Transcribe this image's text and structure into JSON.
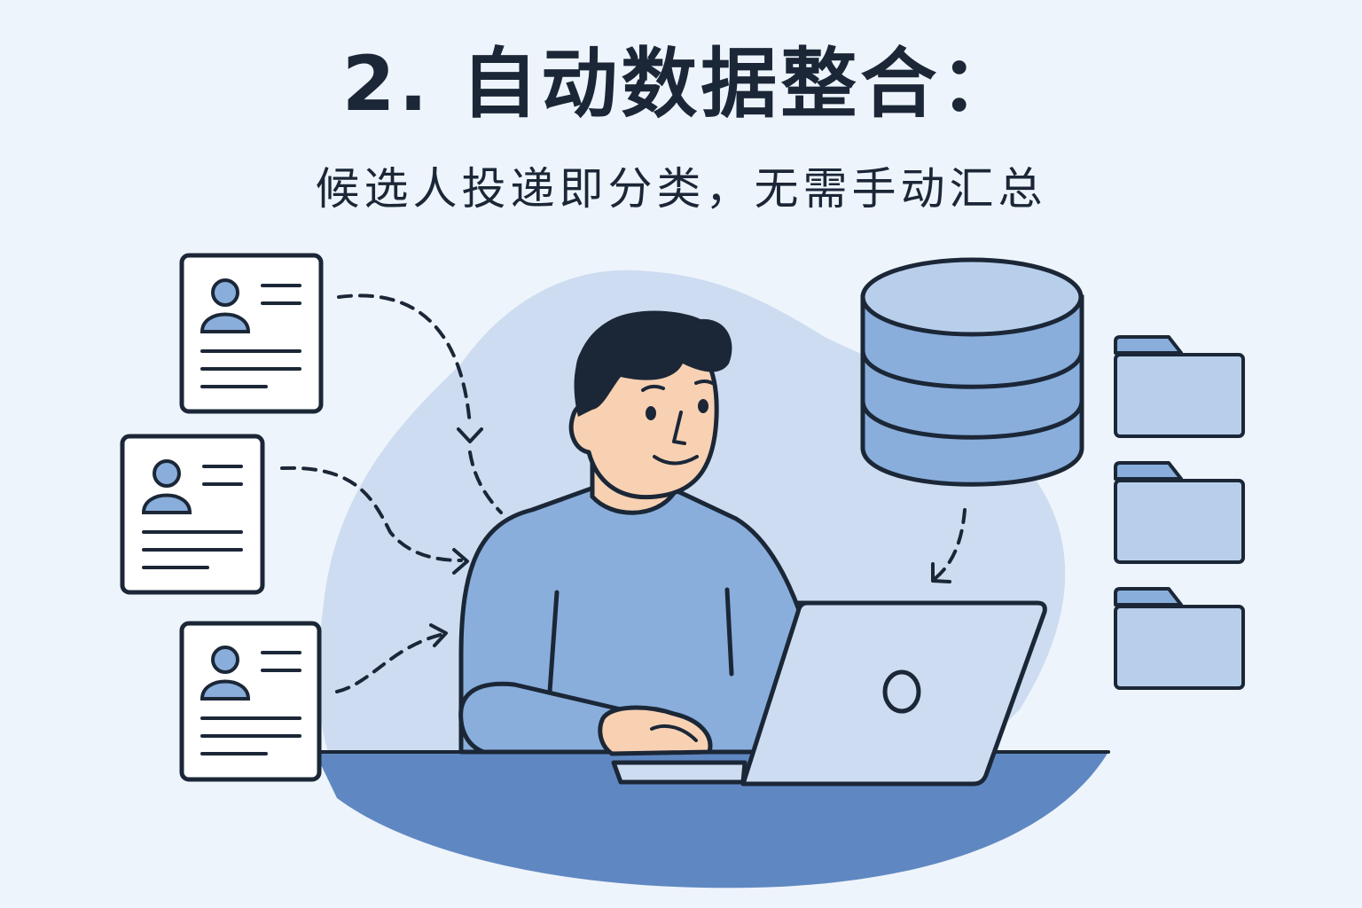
{
  "header": {
    "title": "2. 自动数据整合：",
    "subtitle": "候选人投递即分类，无需手动汇总"
  },
  "illustration": {
    "resume_cards": [
      {
        "icon": "resume-card-icon"
      },
      {
        "icon": "resume-card-icon"
      },
      {
        "icon": "resume-card-icon"
      }
    ],
    "database_icon": "database-icon",
    "folders": [
      {
        "icon": "folder-icon"
      },
      {
        "icon": "folder-icon"
      },
      {
        "icon": "folder-icon"
      }
    ],
    "person": "person-at-laptop",
    "laptop_icon": "laptop-icon"
  },
  "colors": {
    "background": "#eef4fb",
    "blob": "#cddcf0",
    "ink": "#1b2737",
    "accent_blue": "#89aedc",
    "dark_blue": "#5f88c2",
    "skin": "#f8d1b3",
    "card": "#ffffff"
  }
}
